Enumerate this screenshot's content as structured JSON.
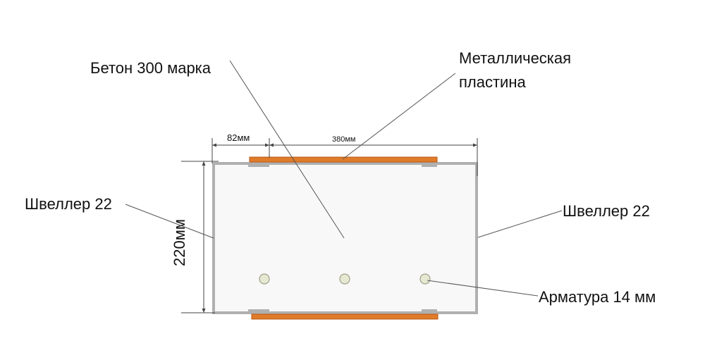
{
  "labels": {
    "concrete": "Бетон 300 марка",
    "plate_line1": "Металлическая",
    "plate_line2": "пластина",
    "channel_left": "Швеллер 22",
    "channel_right": "Швеллер 22",
    "rebar": "Арматура 14 мм"
  },
  "dimensions": {
    "width_small": "82мм",
    "width_large": "380мм",
    "height": "220мм"
  },
  "colors": {
    "plate": "#e07b2a",
    "plate_stroke": "#b85a16",
    "channel": "#b0b0b0",
    "concrete_fill": "#f8f8f8",
    "rebar_fill": "#e6e8d2",
    "rebar_stroke": "#a0a088"
  },
  "rebar_count": 3
}
